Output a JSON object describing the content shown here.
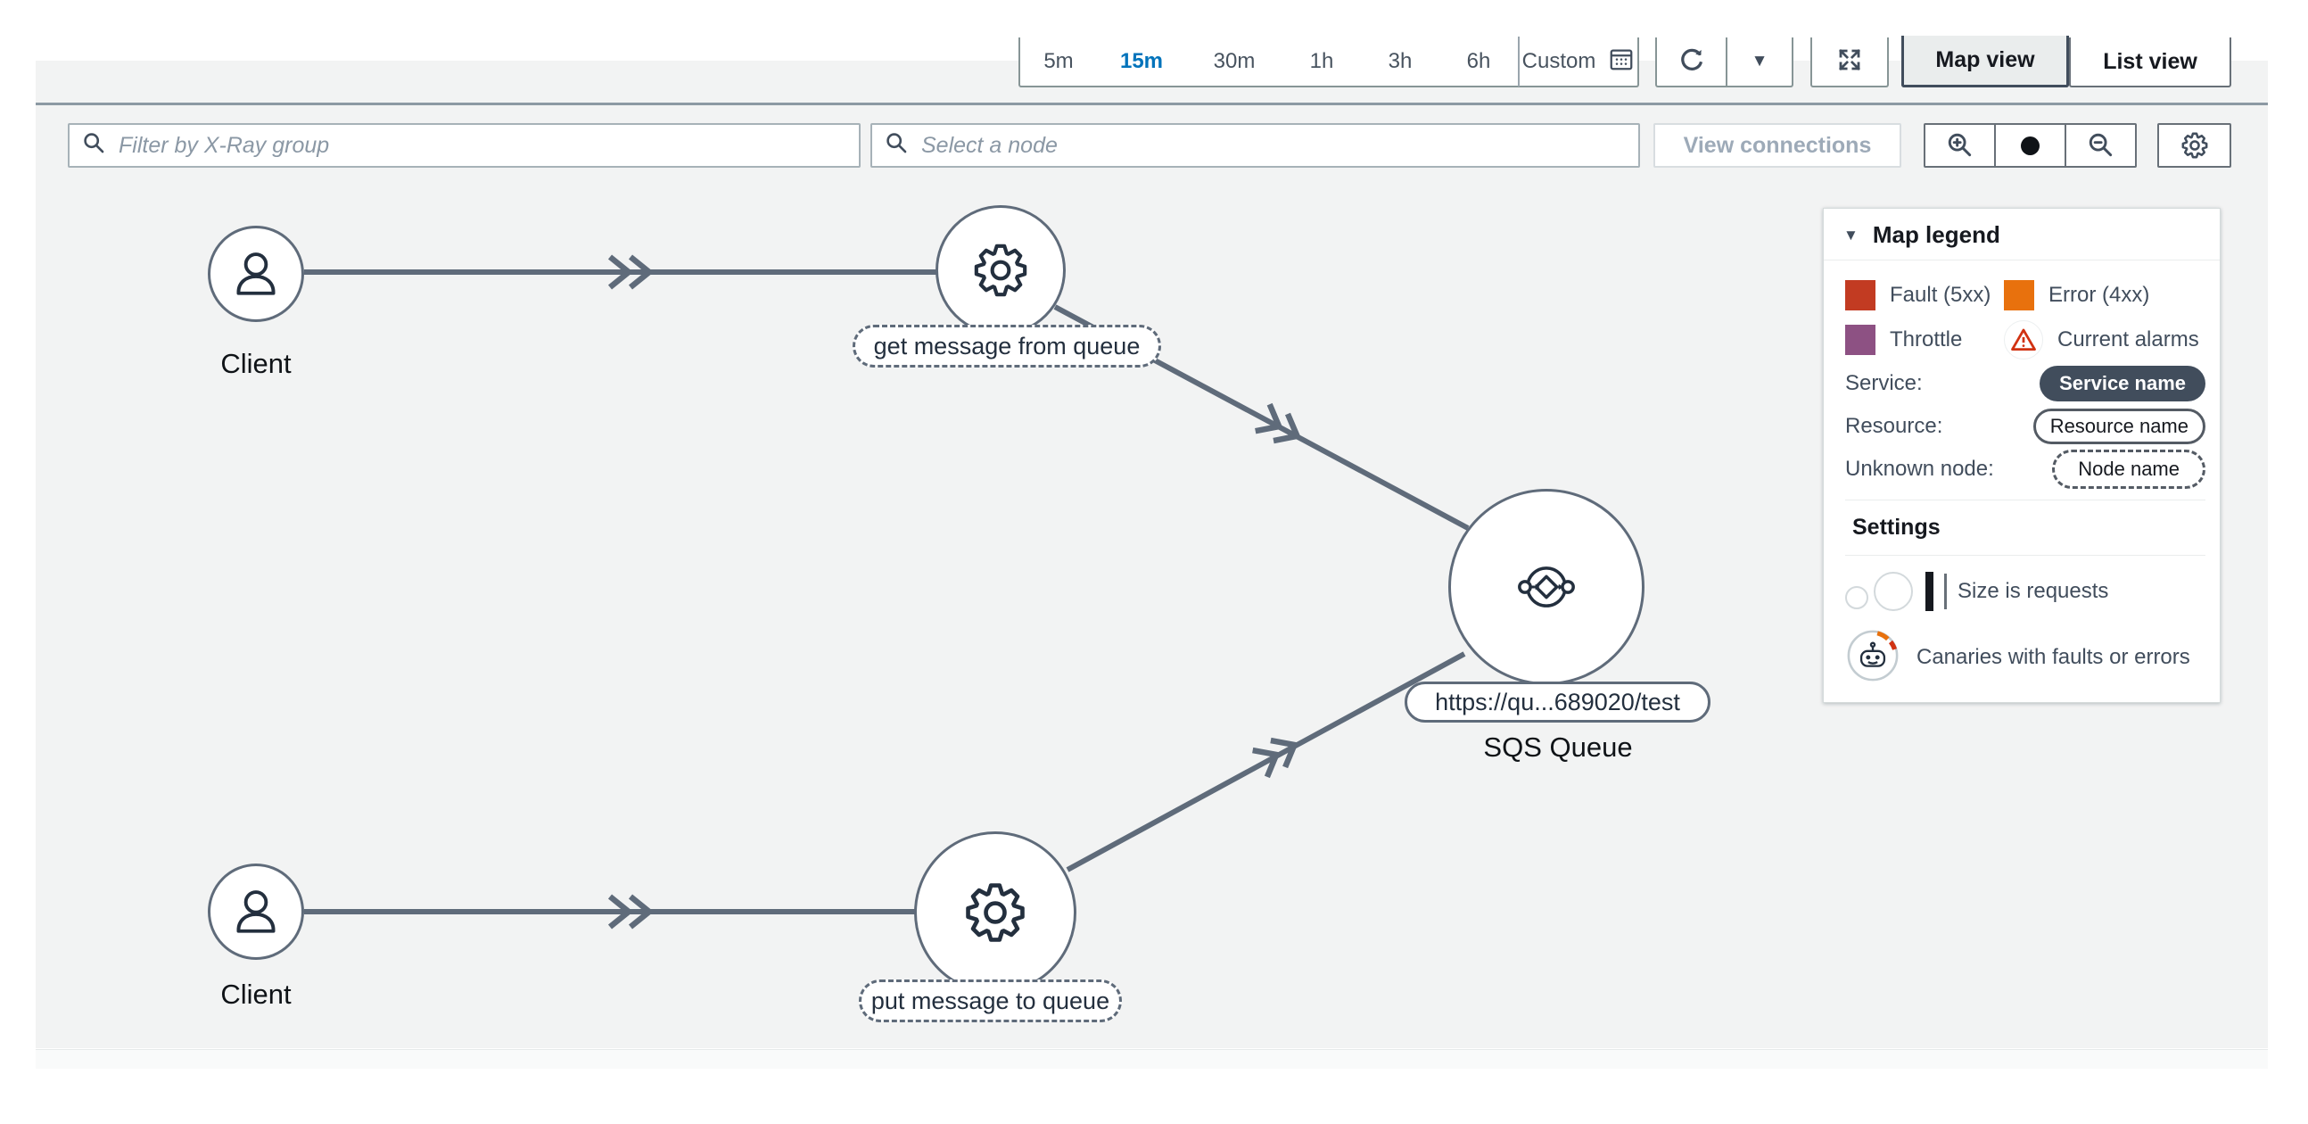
{
  "toolbar": {
    "time_ranges": [
      {
        "label": "5m",
        "selected": false
      },
      {
        "label": "15m",
        "selected": true
      },
      {
        "label": "30m",
        "selected": false
      },
      {
        "label": "1h",
        "selected": false
      },
      {
        "label": "3h",
        "selected": false
      },
      {
        "label": "6h",
        "selected": false
      },
      {
        "label": "Custom",
        "selected": false
      }
    ],
    "map_view_label": "Map view",
    "list_view_label": "List view"
  },
  "filters": {
    "group_placeholder": "Filter by X-Ray group",
    "node_placeholder": "Select a node",
    "view_connections_label": "View connections"
  },
  "legend": {
    "title": "Map legend",
    "items": [
      {
        "label": "Fault (5xx)",
        "color": "#c23b22"
      },
      {
        "label": "Error (4xx)",
        "color": "#e8710d"
      },
      {
        "label": "Throttle",
        "color": "#8d5183"
      },
      {
        "label": "Current alarms",
        "icon": "alarm-triangle-icon"
      }
    ],
    "node_types": [
      {
        "label": "Service:",
        "pill": "Service name",
        "style": "solid-dark"
      },
      {
        "label": "Resource:",
        "pill": "Resource name",
        "style": "outline"
      },
      {
        "label": "Unknown node:",
        "pill": "Node name",
        "style": "dashed"
      }
    ],
    "settings_title": "Settings",
    "settings": [
      {
        "label": "Size is requests"
      },
      {
        "label": "Canaries with faults or errors"
      }
    ]
  },
  "graph": {
    "nodes": [
      {
        "id": "client-top",
        "label": "Client",
        "type": "client"
      },
      {
        "id": "get-message",
        "label": "get message from queue",
        "type": "unknown-node"
      },
      {
        "id": "sqs-queue",
        "resource": "https://qu...689020/test",
        "label": "SQS Queue",
        "type": "sqs-queue"
      },
      {
        "id": "put-message",
        "label": "put message to queue",
        "type": "unknown-node"
      },
      {
        "id": "client-bottom",
        "label": "Client",
        "type": "client"
      }
    ],
    "edges": [
      {
        "from": "client-top",
        "to": "get-message"
      },
      {
        "from": "get-message",
        "to": "sqs-queue"
      },
      {
        "from": "client-bottom",
        "to": "put-message"
      },
      {
        "from": "put-message",
        "to": "sqs-queue"
      }
    ]
  },
  "colors": {
    "selected_time_blue": "#0073bb",
    "fault_red": "#c23b22",
    "error_orange": "#e8710d",
    "throttle_purple": "#8d5183",
    "alarm_red": "#d13212",
    "node_border": "#5f6b7a",
    "edge_gray": "#5f6b7a",
    "service_pill_bg": "#414d5c",
    "map_background": "#f2f3f3"
  }
}
